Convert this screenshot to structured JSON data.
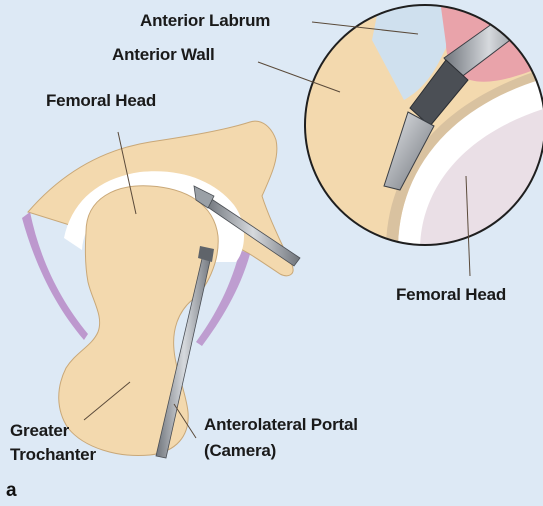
{
  "figure": {
    "panel_letter": "a",
    "labels": {
      "anterior_labrum": "Anterior Labrum",
      "anterior_wall": "Anterior Wall",
      "femoral_head_left": "Femoral Head",
      "femoral_head_inset": "Femoral Head",
      "greater_trochanter_line1": "Greater",
      "greater_trochanter_line2": "Trochanter",
      "anterolateral_portal_line1": "Anterolateral Portal",
      "anterolateral_portal_line2": "(Camera)"
    },
    "colors": {
      "background": "#dde9f5",
      "bone": "#f3d9ae",
      "bone_outline": "#c9a878",
      "cartilage": "#ffffff",
      "capsule": "#b78ac7",
      "labrum": "#e9a3aa",
      "instrument": "#8a8f96",
      "leader_line": "#5a4a3a"
    }
  }
}
